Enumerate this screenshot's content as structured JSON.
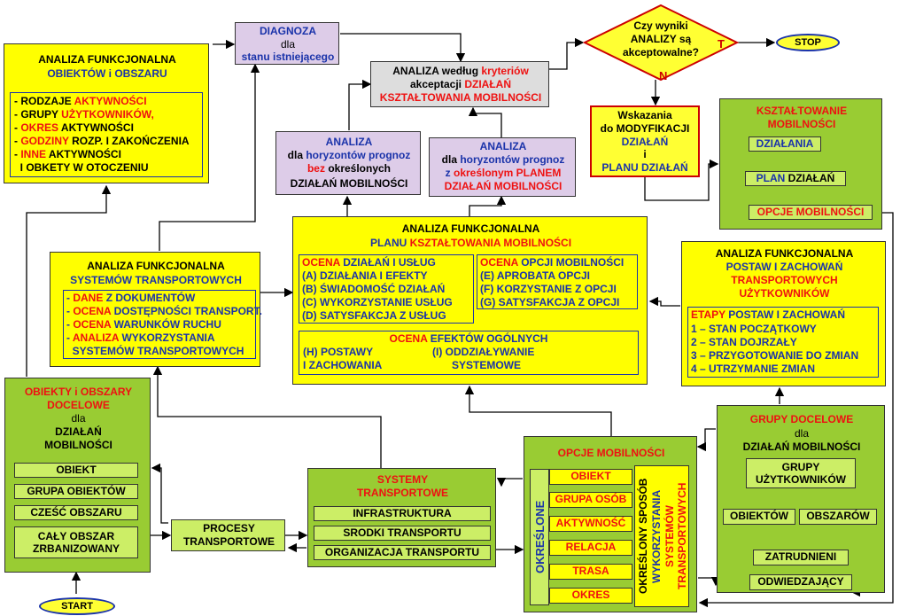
{
  "analiza_obiektow": {
    "title1": "ANALIZA FUNKCJONALNA",
    "title2": "OBIEKTÓW i OBSZARU",
    "lines": [
      {
        "pre": "- RODZAJE ",
        "hl": "AKTYWNOŚCI",
        "post": ""
      },
      {
        "pre": "- GRUPY ",
        "hl": "UŻYTKOWNIKÓW,",
        "post": ""
      },
      {
        "pre": "- ",
        "hl": "OKRES",
        "post": " AKTYWNOŚCI"
      },
      {
        "pre": "- ",
        "hl": "GODZINY",
        "post": " ROZP. I ZAKOŃCZENIA"
      },
      {
        "pre": "- ",
        "hl": "INNE",
        "post": " AKTYWNOŚCI"
      },
      {
        "pre": "  I OBKETY W OTOCZENIU",
        "hl": "",
        "post": ""
      }
    ]
  },
  "diagnoza": {
    "l1": "DIAGNOZA",
    "l2": "dla",
    "l3": "stanu istniejącego"
  },
  "analiza_kryteriow": {
    "l1a": "ANALIZA według ",
    "l1b": "kryteriów",
    "l2a": "akceptacji ",
    "l2b": "DZIAŁAŃ",
    "l3": "KSZTAŁTOWANIA MOBILNOŚCI"
  },
  "decision": {
    "l1": "Czy wyniki",
    "l2": "ANALIZY są",
    "l3": "akceptowalne?",
    "yes": "T",
    "no": "N"
  },
  "stop": "STOP",
  "start": "START",
  "wskazania": {
    "l1": "Wskazania",
    "l2": "do MODYFIKACJI",
    "l3": "DZIAŁAŃ",
    "l4": "i",
    "l5": "PLANU DZIAŁAŃ"
  },
  "ksztaltowanie": {
    "title1": "KSZTAŁTOWANIE",
    "title2": "MOBILNOŚCI",
    "dzialania": "DZIAŁANIA",
    "plan_a": "PLAN ",
    "plan_b": "DZIAŁAŃ",
    "opcje": "OPCJE MOBILNOŚCI"
  },
  "analiza_bez": {
    "l1": "ANALIZA",
    "l2a": "dla ",
    "l2b": "horyzontów prognoz",
    "l3a": "bez",
    "l3b": " określonych",
    "l4": "DZIAŁAŃ MOBILNOŚCI"
  },
  "analiza_z": {
    "l1": "ANALIZA",
    "l2a": "dla ",
    "l2b": "horyzontów prognoz",
    "l3a": "z ",
    "l3b": "określonym PLANEM",
    "l4": "DZIAŁAŃ MOBILNOŚCI"
  },
  "analiza_planu": {
    "title1": "ANALIZA FUNKCJONALNA",
    "title2a": "PLANU ",
    "title2b": "KSZTAŁTOWANIA MOBILNOŚCI",
    "ocena1_a": "OCENA",
    "ocena1_b": " DZIAŁAŃ I USŁUG",
    "items1": [
      "(A) DZIAŁANIA I EFEKTY",
      "(B) ŚWIADOMOŚĆ DZIAŁAŃ",
      "(C) WYKORZYSTANIE USŁUG",
      "(D) SATYSFAKCJA Z USŁUG"
    ],
    "ocena2_a": "OCENA",
    "ocena2_b": " OPCJI MOBILNOŚCI",
    "items2": [
      "(E) APROBATA OPCJI",
      "(F) KORZYSTANIE Z OPCJI",
      "(G) SATYSFAKCJA Z OPCJI"
    ],
    "ocena3_a": "OCENA",
    "ocena3_b": " EFEKTÓW OGÓLNYCH",
    "h1": "(H) POSTAWY",
    "h2": "I ZACHOWANIA",
    "i1": "(I)  ODDZIAŁYWANIE",
    "i2": "SYSTEMOWE"
  },
  "analiza_systemow": {
    "title1": "ANALIZA FUNKCJONALNA",
    "title2": "SYSTEMÓW TRANSPORTOWYCH",
    "lines": [
      {
        "pre": "- ",
        "hl": "DANE",
        "post": " Z DOKUMENTÓW"
      },
      {
        "pre": "- ",
        "hl": "OCENA",
        "post": " DOSTĘPNOŚCI TRANSPORT."
      },
      {
        "pre": "- ",
        "hl": "OCENA",
        "post": " WARUNKÓW RUCHU"
      },
      {
        "pre": "- ",
        "hl": "ANALIZA",
        "post": " WYKORZYSTANIA"
      },
      {
        "pre": "  SYSTEMÓW TRANSPORTOWYCH",
        "hl": "",
        "post": ""
      }
    ]
  },
  "analiza_postaw": {
    "title1": "ANALIZA FUNKCJONALNA",
    "title2": "POSTAW I ZACHOWAŃ",
    "title3": "TRANSPORTOWYCH",
    "title4": "UŻYTKOWNIKÓW",
    "etapy_a": "ETAPY",
    "etapy_b": " POSTAW I ZACHOWAŃ",
    "items": [
      "1 – STAN POCZĄTKOWY",
      "2 – STAN DOJRZAŁY",
      "3 – PRZYGOTOWANIE DO ZMIAN",
      "4 – UTRZYMANIE ZMIAN"
    ]
  },
  "obiekty": {
    "l1": "OBIEKTY i OBSZARY",
    "l2": "DOCELOWE",
    "l3": "dla",
    "l4": "DZIAŁAŃ",
    "l5": "MOBILNOŚCI",
    "items": [
      "OBIEKT",
      "GRUPA OBIEKTÓW",
      "CZEŚĆ OBSZARU"
    ],
    "last1": "CAŁY OBSZAR",
    "last2": "ZRBANIZOWANY"
  },
  "procesy": {
    "l1": "PROCESY",
    "l2": "TRANSPORTOWE"
  },
  "systemy": {
    "l1": "SYSTEMY",
    "l2": "TRANSPORTOWE",
    "items": [
      "INFRASTRUKTURA",
      "SRODKI TRANSPORTU",
      "ORGANIZACJA TRANSPORTU"
    ]
  },
  "opcje": {
    "title": "OPCJE MOBILNOŚCI",
    "okreslone": "OKREŚLONE",
    "items": [
      "OBIEKT",
      "GRUPA OSÓB",
      "AKTYWNOŚĆ",
      "RELACJA",
      "TRASA",
      "OKRES"
    ],
    "v1": "OKREŚLONY SPOSÓB",
    "v2": "WYKORZYSTANIA",
    "v3": "SYSTEMÓW",
    "v4": "TRANSPORTOWYCH"
  },
  "grupy": {
    "l1": "GRUPY DOCELOWE",
    "l2": "dla",
    "l3": "DZIAŁAŃ MOBILNOŚCI",
    "uzytk1": "GRUPY",
    "uzytk2": "UŻYTKOWNIKÓW",
    "obiektow": "OBIEKTÓW",
    "obszarow": "OBSZARÓW",
    "zatrudnieni": "ZATRUDNIENI",
    "odwiedzajacy": "ODWIEDZAJĄCY"
  }
}
